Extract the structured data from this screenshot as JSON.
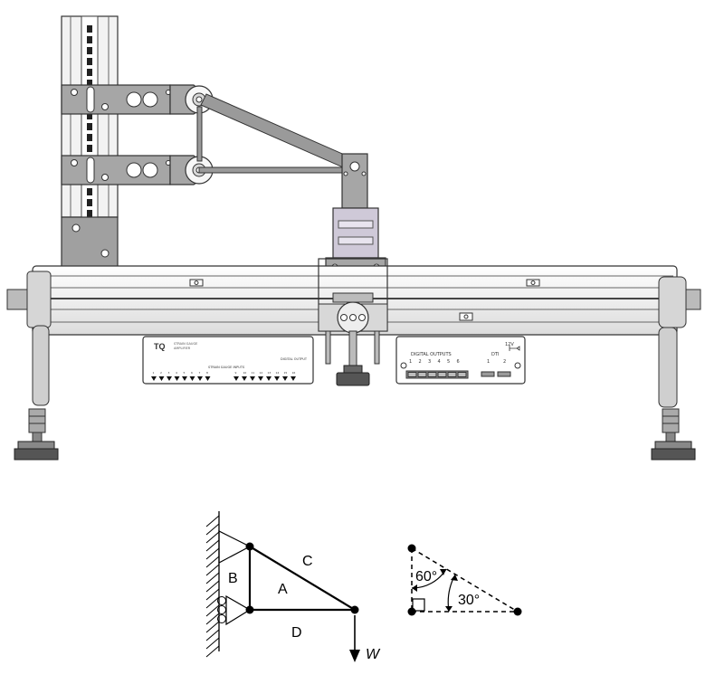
{
  "apparatus": {
    "strain_panel": {
      "brand": "TQ",
      "model_line1": "STRAIN GAUGE",
      "model_line2": "AMPLIFIER",
      "inputs_label": "STRAIN GAUGE INPUTS",
      "digital_label": "DIGITAL OUTPUT",
      "channel_numbers": [
        "1",
        "2",
        "3",
        "4",
        "5",
        "6",
        "7",
        "8",
        "9",
        "10",
        "11",
        "12",
        "13",
        "14",
        "15",
        "16"
      ]
    },
    "output_panel": {
      "voltage": "12V",
      "digital_outputs_label": "DIGITAL OUTPUTS",
      "digital_numbers": [
        "1",
        "2",
        "3",
        "4",
        "5",
        "6"
      ],
      "dti_label": "DTI",
      "dti_numbers": [
        "1",
        "2"
      ]
    }
  },
  "truss_diagram": {
    "member_labels": {
      "A": "A",
      "B": "B",
      "C": "C",
      "D": "D"
    },
    "load_label": "W"
  },
  "angle_diagram": {
    "angle_top": "60°",
    "angle_right": "30°"
  }
}
